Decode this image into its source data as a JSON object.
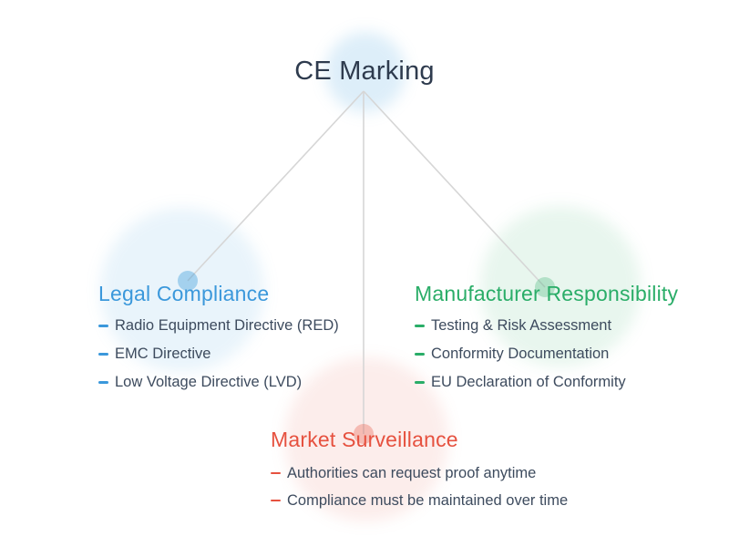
{
  "title": "CE Marking",
  "palette": {
    "blue": "#3b98db",
    "green": "#2aad68",
    "red": "#e6513f",
    "title_text": "#2e3b4e",
    "item_text": "#3d4b5e",
    "connector": "#d6d6d6",
    "node_blue": "rgba(52,152,219,0.38)",
    "node_green": "rgba(42,173,104,0.28)",
    "node_red": "rgba(230,81,63,0.32)",
    "tint_blue_strong": "rgba(52,152,219,0.17)",
    "tint_blue": "rgba(52,152,219,0.11)",
    "tint_green": "rgba(42,173,104,0.11)",
    "tint_red": "rgba(230,81,63,0.10)"
  },
  "branches": [
    {
      "label": "Legal Compliance",
      "items": [
        "Radio Equipment Directive (RED)",
        "EMC Directive",
        "Low Voltage Directive (LVD)"
      ]
    },
    {
      "label": "Manufacturer Responsibility",
      "items": [
        "Testing & Risk Assessment",
        "Conformity Documentation",
        "EU Declaration of Conformity"
      ]
    },
    {
      "label": "Market Surveillance",
      "items": [
        "Authorities can request proof anytime",
        "Compliance must be maintained over time"
      ]
    }
  ]
}
